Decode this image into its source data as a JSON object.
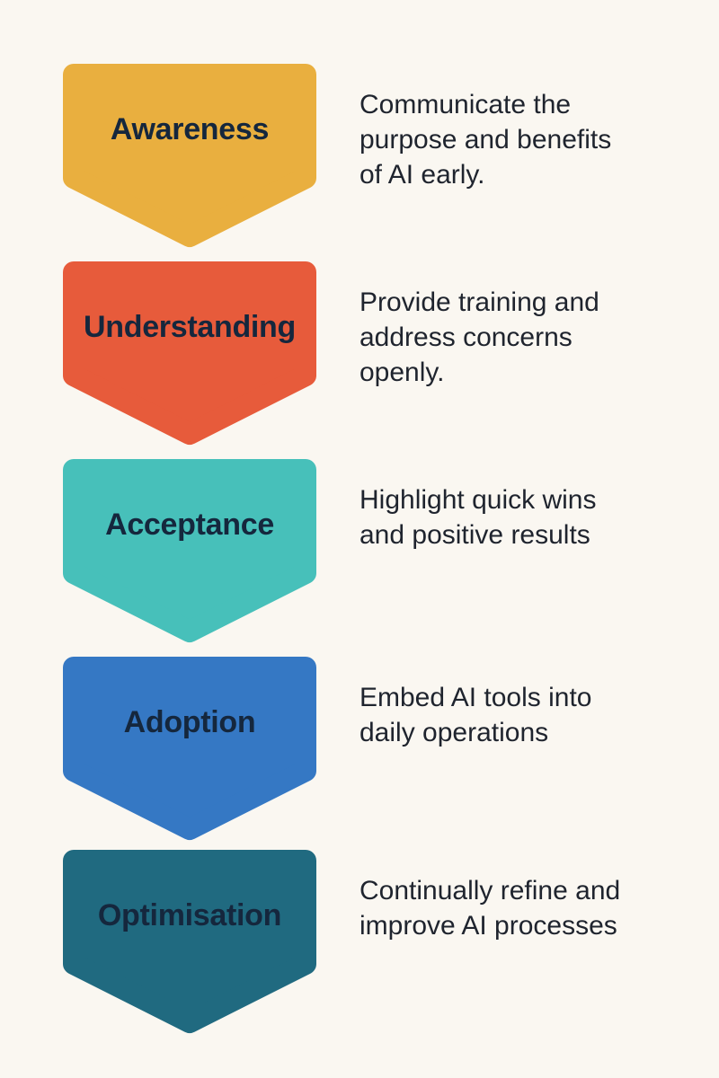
{
  "theme": {
    "background": "#FAF7F1",
    "label_color": "#15273D",
    "desc_color": "#1F242E"
  },
  "diagram": {
    "steps": [
      {
        "label": "Awareness",
        "color": "#E9AF3F",
        "desc_lines": [
          "Communicate the",
          "purpose and benefits",
          "of AI early."
        ]
      },
      {
        "label": "Understanding",
        "color": "#E75B3B",
        "desc_lines": [
          "Provide training and",
          "address concerns",
          "openly."
        ]
      },
      {
        "label": "Acceptance",
        "color": "#47C0BA",
        "desc_lines": [
          "Highlight quick wins",
          "and positive results"
        ]
      },
      {
        "label": "Adoption",
        "color": "#3578C4",
        "desc_lines": [
          "Embed AI tools into",
          "daily operations"
        ]
      },
      {
        "label": "Optimisation",
        "color": "#206A80",
        "desc_lines": [
          "Continually refine and",
          "improve AI processes"
        ]
      }
    ]
  }
}
